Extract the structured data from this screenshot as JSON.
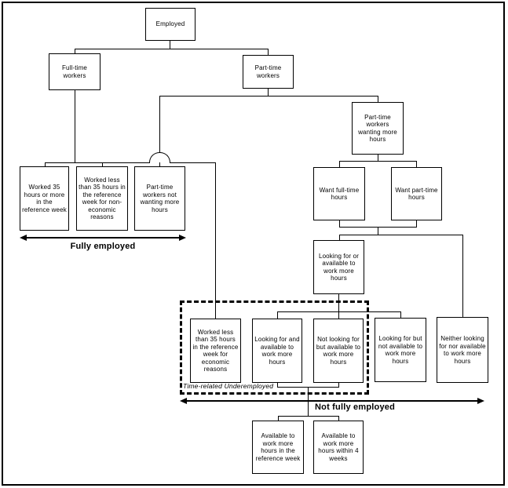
{
  "diagram": {
    "nodes": {
      "employed": "Employed",
      "full_time_workers": "Full-time workers",
      "part_time_workers": "Part-time workers",
      "worked_35_or_more": "Worked 35 hours or more in the reference week",
      "worked_less_35_non_economic": "Worked less than 35 hours in the reference week for non-economic reasons",
      "pt_not_wanting_more": "Part-time workers not wanting more hours",
      "pt_wanting_more": "Part-time workers wanting more hours",
      "want_full_time": "Want full-time hours",
      "want_part_time": "Want part-time hours",
      "looking_or_available": "Looking for or available to work more hours",
      "worked_less_35_economic": "Worked less than 35 hours in the reference week for economic reasons",
      "looking_and_available": "Looking for and available to work more hours",
      "not_looking_but_available": "Not looking for but available to work more hours",
      "looking_but_not_available": "Looking for but not available to work more hours",
      "neither_looking_nor_available": "Neither looking for nor available to work more hours",
      "available_reference_week": "Available to work more hours in the reference week",
      "available_4_weeks": "Available to work more hours within 4 weeks"
    },
    "annotations": {
      "fully_employed": "Fully employed",
      "not_fully_employed": "Not fully employed",
      "time_related_underemployed": "Time-related Underemployed"
    },
    "colors": {
      "line": "#000000",
      "background": "#ffffff"
    }
  }
}
